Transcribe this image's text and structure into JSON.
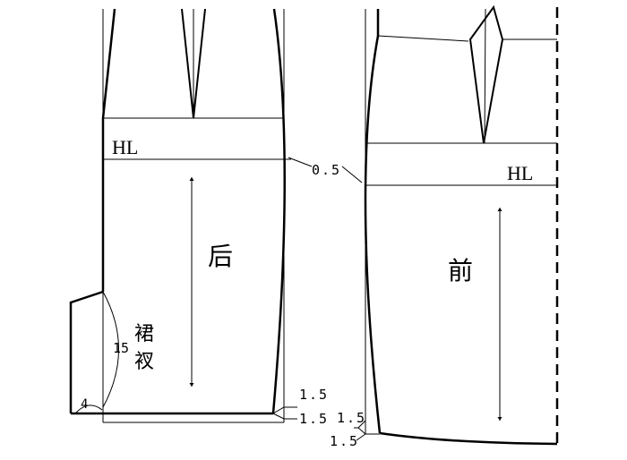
{
  "diagram": {
    "back_panel": {
      "hip_line_label": "HL",
      "panel_label": "后",
      "vent_label_line1": "裙",
      "vent_label_line2": "衩",
      "vent_length": "15",
      "vent_width": "4",
      "hem_offset_upper": "1.5",
      "hem_offset_lower": "1.5"
    },
    "side_seam_offset": "0.5",
    "front_panel": {
      "hip_line_label": "HL",
      "panel_label": "前",
      "hem_offset_upper": "1.5",
      "hem_offset_lower": "1.5"
    }
  }
}
